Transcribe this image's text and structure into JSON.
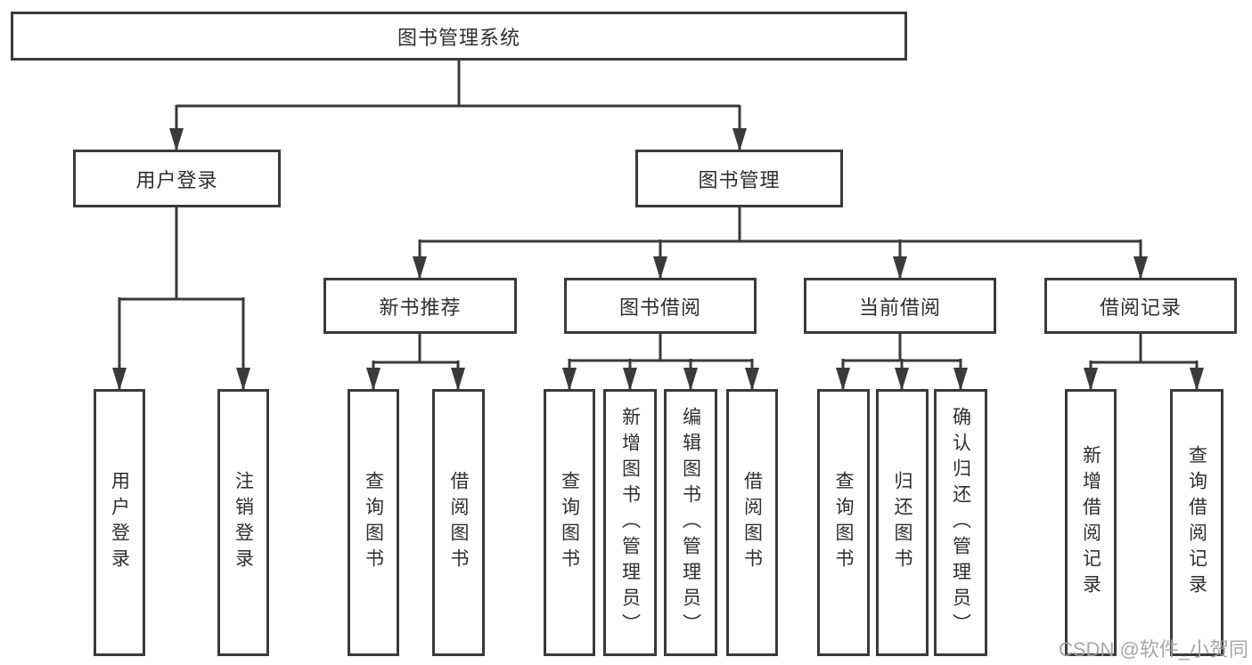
{
  "colors": {
    "line": "#3a3a3a",
    "box_border": "#3a3a3a",
    "text": "#2f2f2f",
    "background": "#ffffff",
    "watermark": "#a0a0a0"
  },
  "tree": {
    "root": {
      "label": "图书管理系统"
    },
    "branches": [
      {
        "label": "用户登录",
        "leaves": [
          {
            "label": "用户登录"
          },
          {
            "label": "注销登录"
          }
        ]
      },
      {
        "label": "图书管理",
        "sections": [
          {
            "label": "新书推荐",
            "leaves": [
              {
                "label": "查询图书"
              },
              {
                "label": "借阅图书"
              }
            ]
          },
          {
            "label": "图书借阅",
            "leaves": [
              {
                "label": "查询图书"
              },
              {
                "label": "新增图书（管理员）"
              },
              {
                "label": "编辑图书（管理员）"
              },
              {
                "label": "借阅图书"
              }
            ]
          },
          {
            "label": "当前借阅",
            "leaves": [
              {
                "label": "查询图书"
              },
              {
                "label": "归还图书"
              },
              {
                "label": "确认归还（管理员）"
              }
            ]
          },
          {
            "label": "借阅记录",
            "leaves": [
              {
                "label": "新增借阅记录"
              },
              {
                "label": "查询借阅记录"
              }
            ]
          }
        ]
      }
    ]
  },
  "watermark": {
    "text": "CSDN @软件_小贺同学"
  }
}
